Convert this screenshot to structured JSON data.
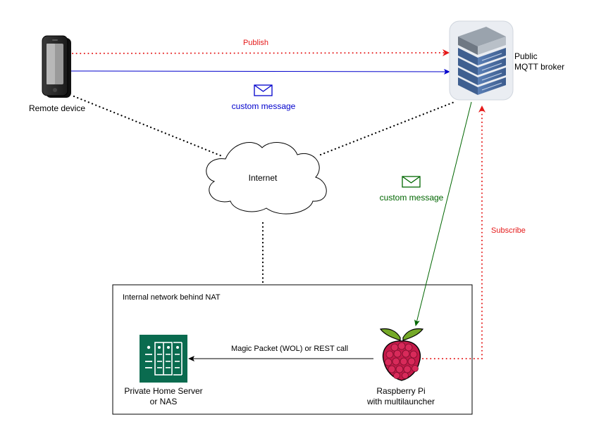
{
  "nodes": {
    "remote_device": {
      "label": "Remote device",
      "icon": "smartphone-icon"
    },
    "broker": {
      "label_line1": "Public",
      "label_line2": "MQTT broker",
      "icon": "server-rack-icon"
    },
    "internet": {
      "label": "Internet",
      "icon": "cloud-icon"
    },
    "raspberry": {
      "label_line1": "Raspberry Pi",
      "label_line2": "with multilauncher",
      "icon": "raspberry-pi-icon"
    },
    "home_server": {
      "label_line1": "Private Home Server",
      "label_line2": "or NAS",
      "icon": "nas-server-icon"
    }
  },
  "network_box": {
    "label": "Internal network behind NAT"
  },
  "edges": {
    "publish": {
      "label": "Publish",
      "color": "#e51919"
    },
    "custom_message_blue": {
      "label": "custom message",
      "color": "#0000cc",
      "icon": "envelope-icon"
    },
    "custom_message_green": {
      "label": "custom message",
      "color": "#006600",
      "icon": "envelope-icon"
    },
    "subscribe": {
      "label": "Subscribe",
      "color": "#e51919"
    },
    "magic_packet": {
      "label": "Magic Packet (WOL) or REST call",
      "color": "#000000"
    }
  },
  "colors": {
    "server_green": "#0a6b4f",
    "rack_blue": "#4a6fa5",
    "berry_red": "#c51a4a",
    "leaf_green": "#75a928"
  }
}
